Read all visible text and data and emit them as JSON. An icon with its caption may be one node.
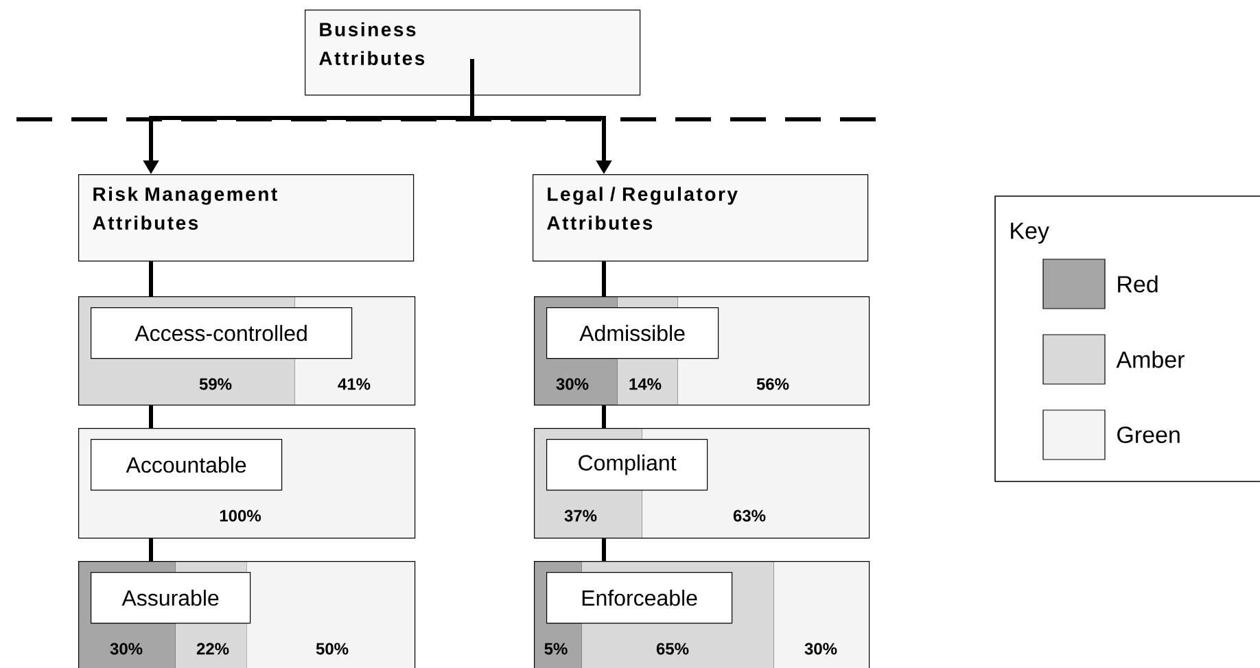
{
  "diagram": {
    "nodes": [
      {
        "text": [
          "Business Attributes"
        ]
      },
      {
        "text": [
          "Risk Management Attributes"
        ]
      },
      {
        "text": [
          "Legal / Regulatory Attributes"
        ]
      },
      {
        "text": [
          "59%",
          "41%"
        ]
      },
      {
        "text": [
          "Access-controlled"
        ],
        "in": 3
      },
      {
        "text": [
          "100%"
        ]
      },
      {
        "text": [
          "Accountable"
        ],
        "in": 5
      },
      {
        "text": [
          "30%",
          "22%",
          "50%"
        ]
      },
      {
        "text": [
          "Assurable"
        ],
        "in": 7
      },
      {
        "text": [
          "30%",
          "14%",
          "56%"
        ]
      },
      {
        "text": [
          "Admissible"
        ],
        "in": 9
      },
      {
        "text": [
          "37%",
          "63%"
        ]
      },
      {
        "text": [
          "Compliant"
        ],
        "in": 11
      },
      {
        "text": [
          "5%",
          "65%",
          "30%"
        ]
      },
      {
        "text": [
          "Enforceable"
        ],
        "in": 13
      }
    ],
    "edges": [
      {
        "from": 0,
        "to": 1,
        "arrow": "to"
      },
      {
        "from": 0,
        "to": 2,
        "arrow": "to"
      },
      {
        "from": 1,
        "to": 3,
        "arrow": "none"
      },
      {
        "from": 3,
        "to": 5,
        "arrow": "none"
      },
      {
        "from": 5,
        "to": 7,
        "arrow": "none"
      },
      {
        "from": 2,
        "to": 9,
        "arrow": "none"
      },
      {
        "from": 9,
        "to": 11,
        "arrow": "none"
      },
      {
        "from": 11,
        "to": 13,
        "arrow": "none"
      }
    ],
    "labels": [
      "Key"
    ],
    "legend": [
      {
        "text": "Red",
        "color": "#a6a6a6"
      },
      {
        "text": "Amber",
        "color": "#d9d9d9"
      },
      {
        "text": "Green",
        "color": "#f4f4f4"
      }
    ]
  }
}
